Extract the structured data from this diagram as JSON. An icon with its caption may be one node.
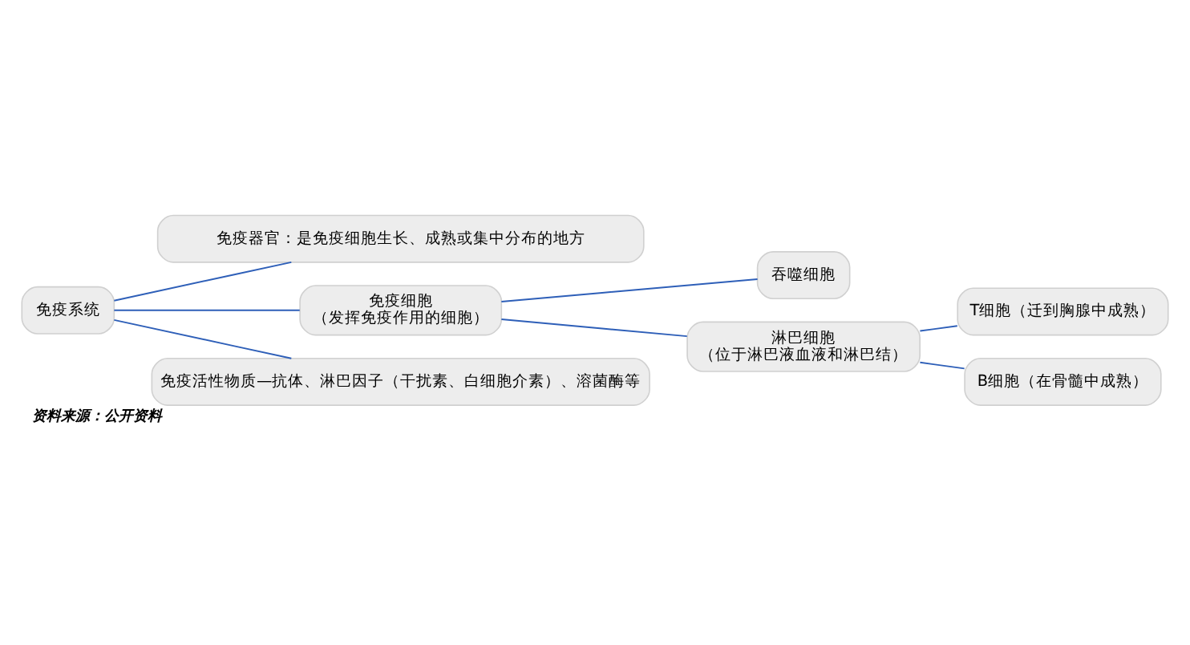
{
  "diagram": {
    "caption": "资料来源：公开资料",
    "nodes": [
      {
        "text": [
          "免疫系统"
        ]
      },
      {
        "text": [
          "免疫器官：是免疫细胞生长、成熟或集中分布的地方"
        ]
      },
      {
        "text": [
          "免疫细胞",
          "（发挥免疫作用的细胞）"
        ]
      },
      {
        "text": [
          "吞噬细胞"
        ]
      },
      {
        "text": [
          "淋巴细胞",
          "（位于淋巴液血液和淋巴结）"
        ]
      },
      {
        "text": [
          "T细胞（迁到胸腺中成熟）"
        ]
      },
      {
        "text": [
          "B细胞（在骨髓中成熟）"
        ]
      },
      {
        "text": [
          "免疫活性物质—抗体、淋巴因子（干扰素、白细胞介素）、溶菌酶等"
        ]
      }
    ],
    "edges": [
      {
        "from": 0,
        "to": 1,
        "arrow": "none"
      },
      {
        "from": 0,
        "to": 2,
        "arrow": "none"
      },
      {
        "from": 0,
        "to": 7,
        "arrow": "none"
      },
      {
        "from": 2,
        "to": 3,
        "arrow": "none"
      },
      {
        "from": 2,
        "to": 4,
        "arrow": "none"
      },
      {
        "from": 4,
        "to": 5,
        "arrow": "none"
      },
      {
        "from": 4,
        "to": 6,
        "arrow": "none"
      }
    ]
  }
}
